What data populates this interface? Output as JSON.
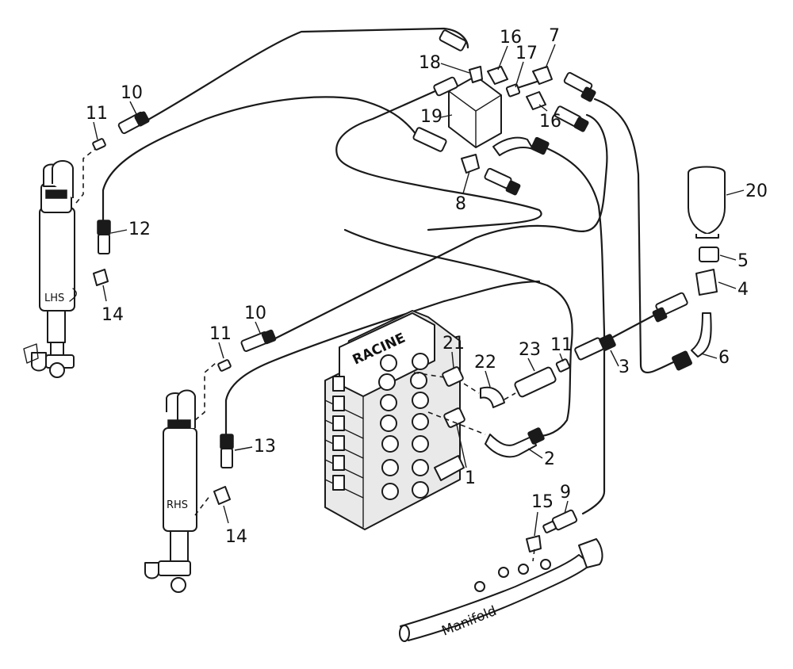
{
  "diagram": {
    "valve_brand": "RACINE",
    "cylinder_left_label": "LHS",
    "cylinder_right_label": "RHS",
    "manifold_label": "Manifold",
    "callouts": [
      "1",
      "2",
      "3",
      "4",
      "5",
      "6",
      "7",
      "8",
      "9",
      "10",
      "10",
      "11",
      "11",
      "11",
      "12",
      "13",
      "14",
      "14",
      "15",
      "16",
      "16",
      "17",
      "18",
      "19",
      "20",
      "21",
      "22",
      "23"
    ]
  },
  "colors": {
    "ink": "#1a1a1a",
    "paper": "#ffffff"
  }
}
